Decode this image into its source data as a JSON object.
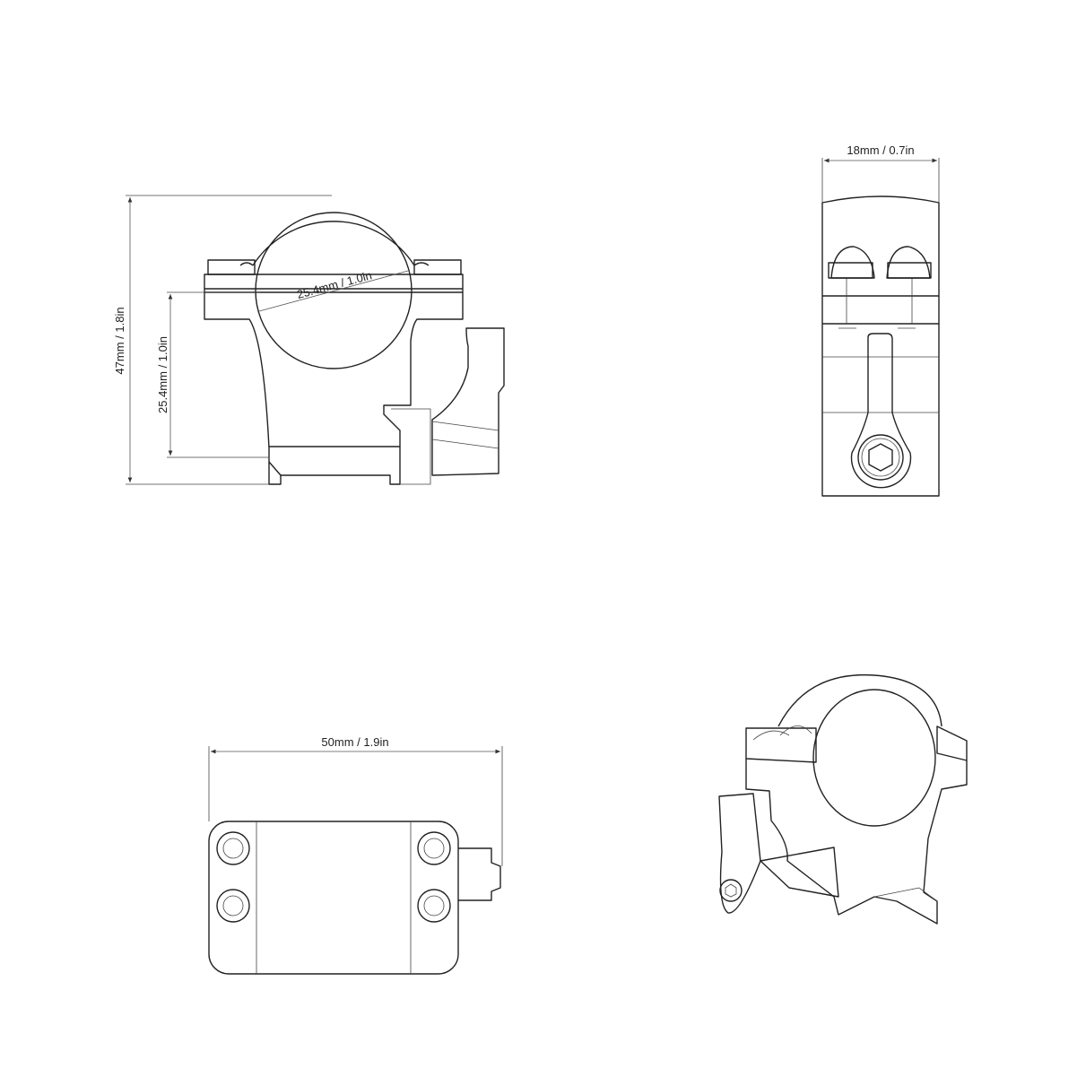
{
  "dimensions": {
    "total_height": "47mm / 1.8in",
    "ring_diameter": "25.4mm / 1.0in",
    "center_height": "25.4mm / 1.0in",
    "width": "18mm / 0.7in",
    "length": "50mm / 1.9in"
  },
  "views": [
    "front",
    "side",
    "top",
    "isometric"
  ],
  "colors": {
    "line": "#222222",
    "background": "#ffffff"
  }
}
